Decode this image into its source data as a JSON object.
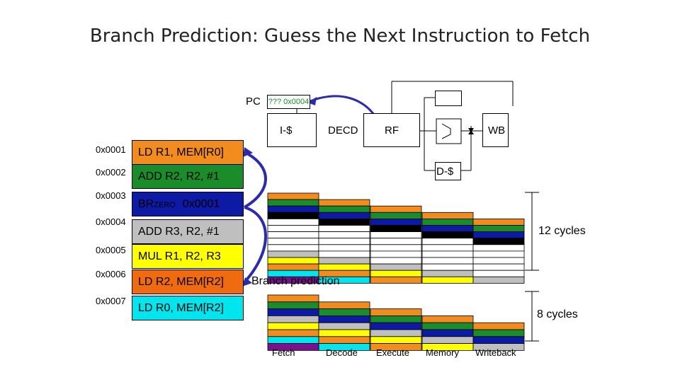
{
  "title": "Branch Prediction: Guess the Next Instruction to Fetch",
  "pc": {
    "label": "PC",
    "value": "??? 0x0004"
  },
  "pipeline": {
    "icache": "I-$",
    "decode": "DECD",
    "rf": "RF",
    "wb": "WB",
    "dcache": "D-$"
  },
  "instructions": [
    {
      "addr": "0x0001",
      "text": "LD R1, MEM[R0]",
      "color": "#f28c1e",
      "text_color": "#000000"
    },
    {
      "addr": "0x0002",
      "text": "ADD R2, R2, #1",
      "color": "#1a8c2a",
      "text_color": "#000000"
    },
    {
      "addr": "0x0003",
      "text": "BRZERO 0x0001",
      "op": "BR",
      "op_sub": "ZERO",
      "target": "0x0001",
      "color": "#0d1aa6",
      "text_color": "#000000"
    },
    {
      "addr": "0x0004",
      "text": "ADD R3, R2, #1",
      "color": "#bfbfbf",
      "text_color": "#000000"
    },
    {
      "addr": "0x0005",
      "text": "MUL R1, R2, R3",
      "color": "#ffff00",
      "text_color": "#000000"
    },
    {
      "addr": "0x0006",
      "text": "LD R2, MEM[R2]",
      "color": "#f06a10",
      "text_color": "#000000"
    },
    {
      "addr": "0x0007",
      "text": "LD R0, MEM[R2]",
      "color": "#00e5ee",
      "text_color": "#000000"
    }
  ],
  "colors": {
    "black": "#000000",
    "purple": "#7a0f8f",
    "white": "#ffffff",
    "arrow": "#2b2bb0"
  },
  "grid_top": {
    "label": "12 cycles",
    "columns": [
      [
        "orange",
        "green",
        "blue",
        "black",
        "white",
        "white",
        "white",
        "white",
        "white",
        "gray",
        "yellow",
        "orange",
        "cyan",
        "purple"
      ],
      [
        "orange",
        "green",
        "blue",
        "black",
        "white",
        "white",
        "white",
        "white",
        "white",
        "gray",
        "yellow",
        "orange",
        "cyan"
      ],
      [
        "orange",
        "green",
        "blue",
        "black",
        "white",
        "white",
        "white",
        "white",
        "white",
        "gray",
        "yellow",
        "orange"
      ],
      [
        "orange",
        "green",
        "blue",
        "black",
        "white",
        "white",
        "white",
        "white",
        "white",
        "gray",
        "yellow"
      ],
      [
        "orange",
        "green",
        "blue",
        "black",
        "white",
        "white",
        "white",
        "white",
        "white",
        "gray"
      ]
    ]
  },
  "branch_prediction_label": "Branch prediction",
  "grid_bottom": {
    "label": "8 cycles",
    "columns": [
      [
        "orange",
        "green",
        "blue",
        "gray",
        "yellow",
        "orange",
        "cyan",
        "purple"
      ],
      [
        "orange",
        "green",
        "blue",
        "gray",
        "yellow",
        "orange",
        "cyan"
      ],
      [
        "orange",
        "green",
        "blue",
        "gray",
        "yellow",
        "orange"
      ],
      [
        "orange",
        "green",
        "blue",
        "gray",
        "yellow"
      ],
      [
        "orange",
        "green",
        "blue",
        "gray"
      ]
    ]
  },
  "stages": [
    "Fetch",
    "Decode",
    "Execute",
    "Memory",
    "Writeback"
  ]
}
